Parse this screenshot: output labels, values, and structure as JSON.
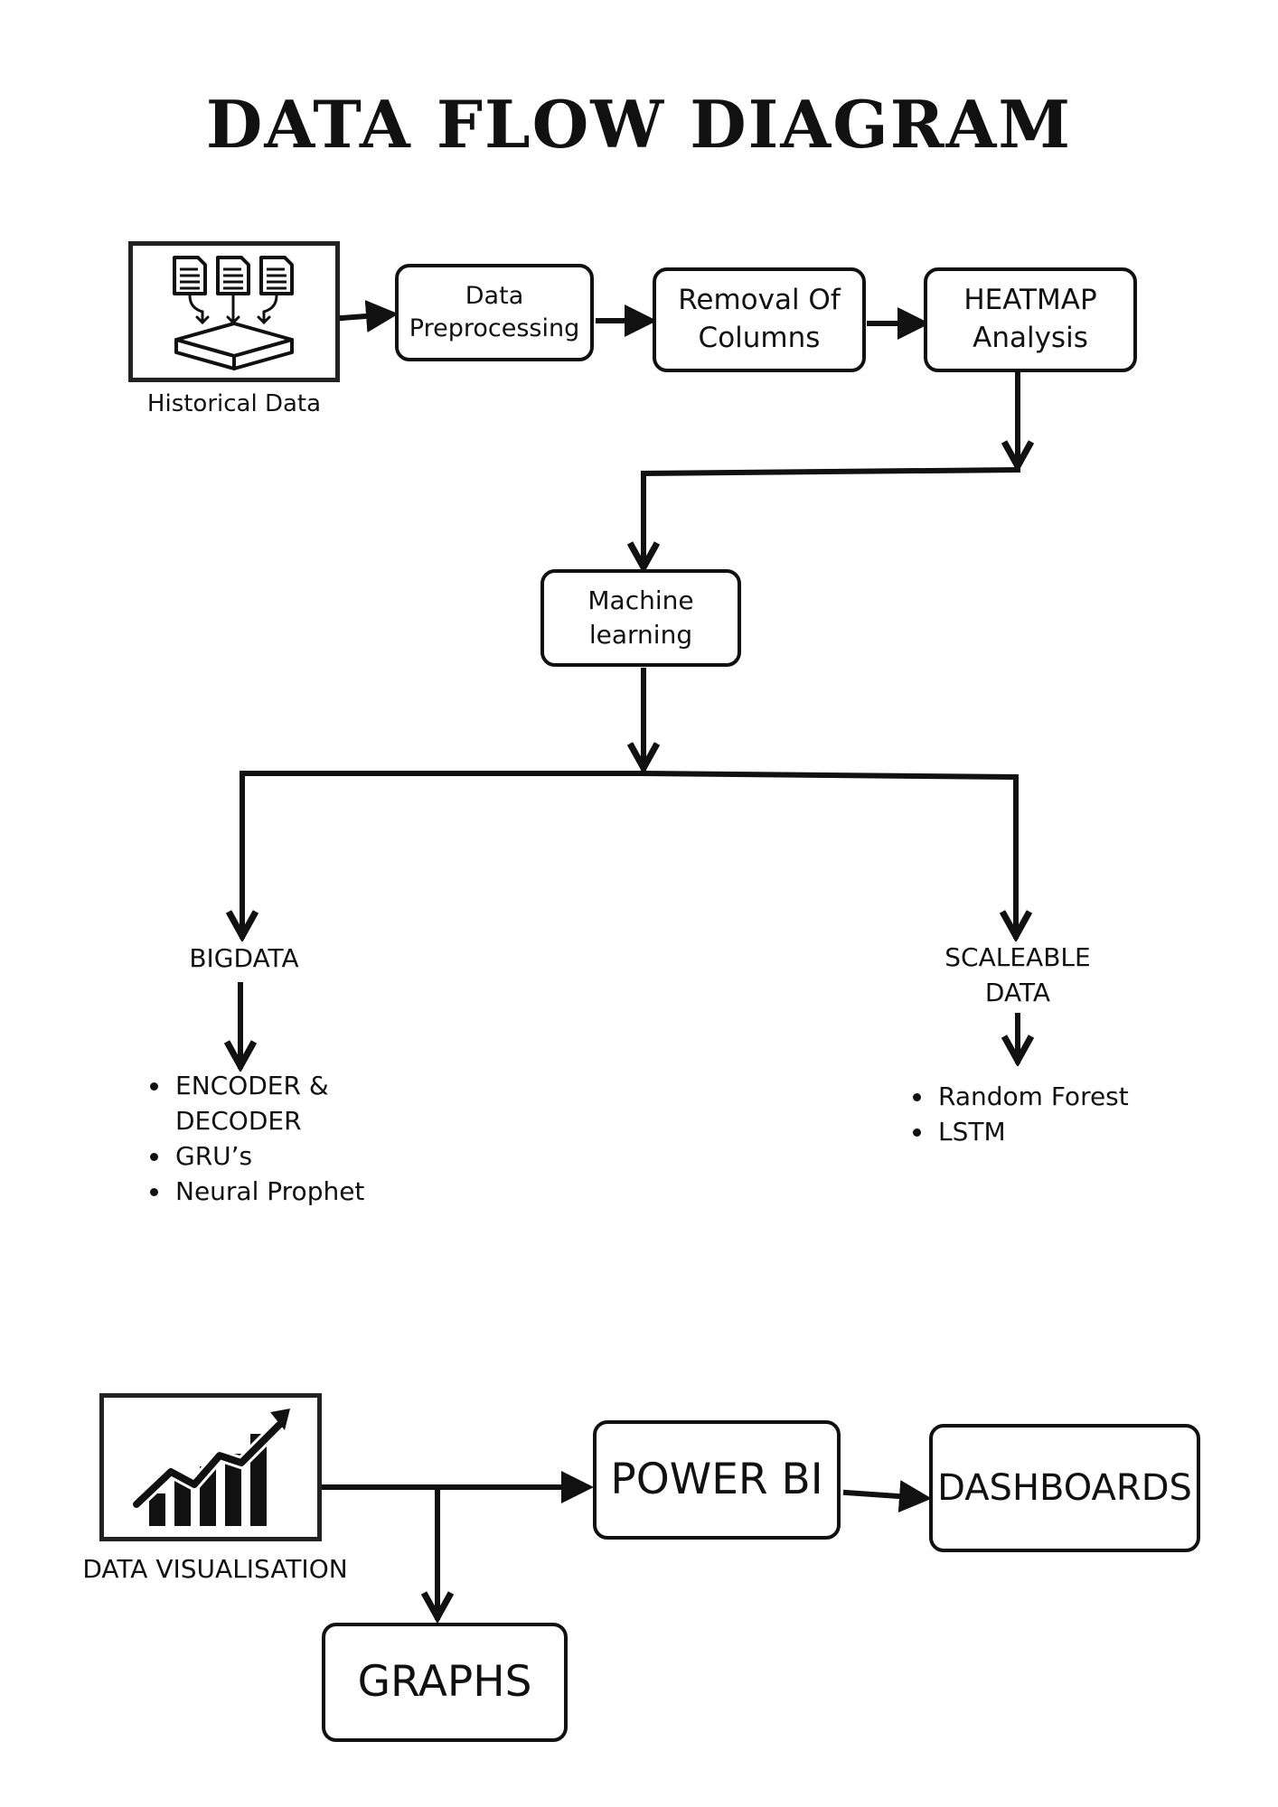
{
  "title": "DATA FLOW DIAGRAM",
  "nodes": {
    "historical_data": "Historical Data",
    "data_preprocessing": [
      "Data",
      "Preprocessing"
    ],
    "removal_of_columns": [
      "Removal Of",
      "Columns"
    ],
    "heatmap_analysis": [
      "HEATMAP",
      "Analysis"
    ],
    "machine_learning": [
      "Machine",
      "learning"
    ],
    "bigdata": "BIGDATA",
    "scaleable_data": [
      "SCALEABLE",
      "DATA"
    ],
    "data_visualisation": "DATA VISUALISATION",
    "power_bi": "POWER BI",
    "dashboards": "DASHBOARDS",
    "graphs": "GRAPHS"
  },
  "bigdata_models": [
    "ENCODER & DECODER",
    "GRU’s",
    "Neural Prophet"
  ],
  "scaleable_models": [
    "Random Forest",
    "LSTM"
  ],
  "icons": [
    "documents-to-database-icon",
    "bar-chart-growth-icon"
  ]
}
